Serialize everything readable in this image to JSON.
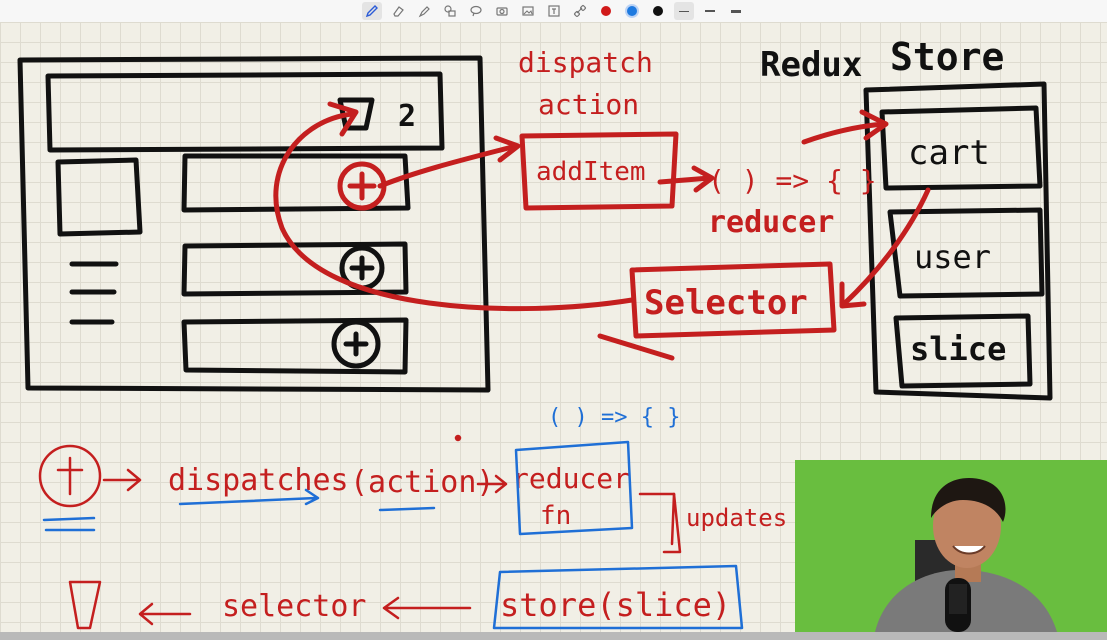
{
  "toolbar": {
    "tools": [
      "pen-icon",
      "eraser-icon",
      "highlighter-icon",
      "shapes-icon",
      "lasso-icon",
      "camera-icon",
      "image-icon",
      "text-icon",
      "link-icon"
    ],
    "colors": [
      "#d11a1a",
      "#1e7ae0",
      "#111111"
    ],
    "line_widths": [
      "thin",
      "medium",
      "thick"
    ]
  },
  "labels": {
    "redux": "Redux",
    "store": "Store",
    "dispatch": "dispatch",
    "action": "action",
    "add_item": "addItem",
    "reducer_fn": "( ) => { }",
    "reducer": "reducer",
    "selector": "Selector",
    "cart": "cart",
    "user": "user",
    "slice": "slice",
    "cart_count": "2",
    "bottom_dispatches": "dispatches",
    "bottom_action": "(action)",
    "bottom_reducer": "reducer",
    "bottom_fn": "fn",
    "bottom_updates": "updates",
    "bottom_store": "store(slice)",
    "bottom_selector": "selector",
    "blue_note": "( ) => { }"
  },
  "colors": {
    "ink_black": "#111111",
    "ink_red": "#c41f1f",
    "ink_blue": "#1f6fd6"
  }
}
